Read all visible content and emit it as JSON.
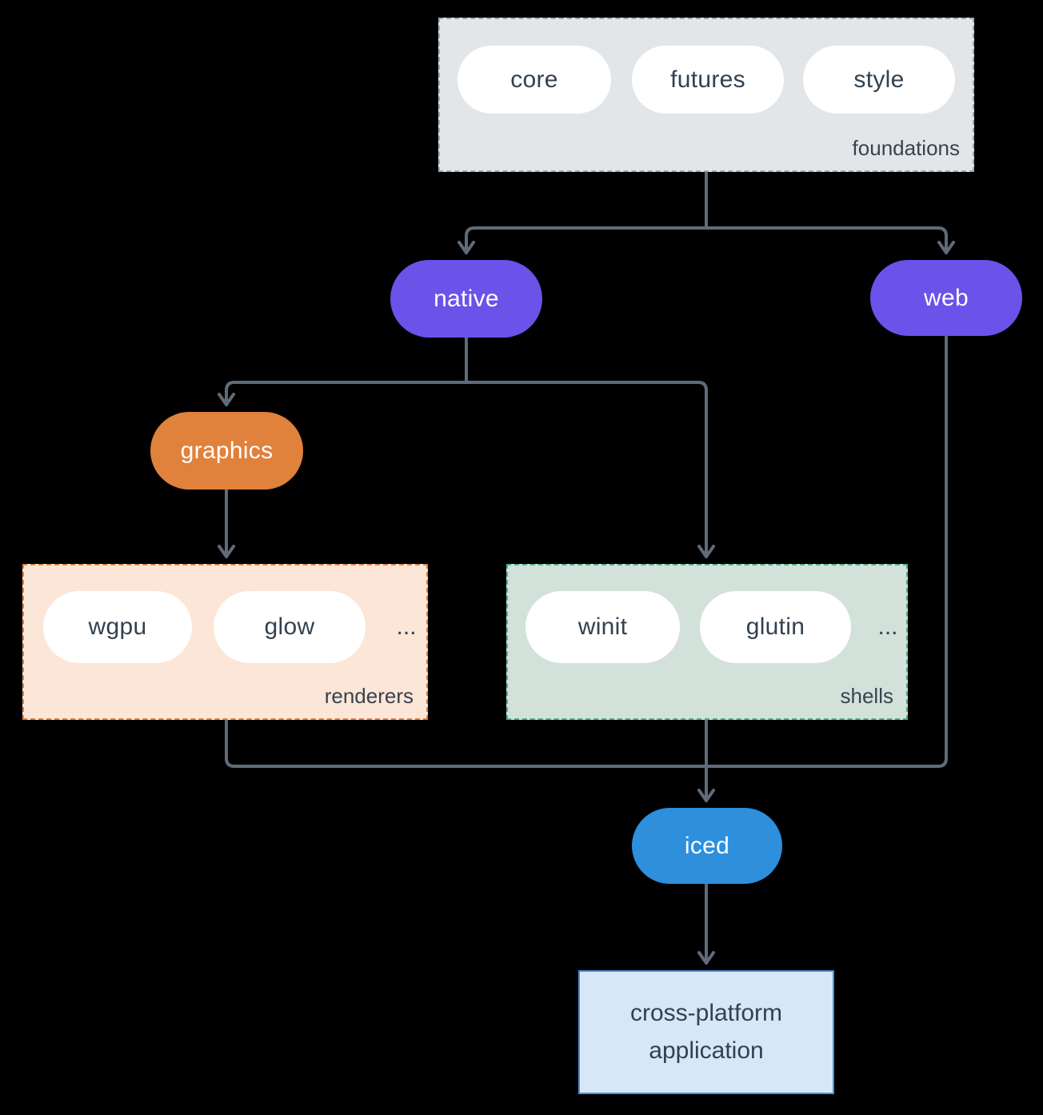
{
  "groups": {
    "foundations": {
      "label": "foundations",
      "items": [
        "core",
        "futures",
        "style"
      ]
    },
    "renderers": {
      "label": "renderers",
      "items": [
        "wgpu",
        "glow"
      ],
      "more": "..."
    },
    "shells": {
      "label": "shells",
      "items": [
        "winit",
        "glutin"
      ],
      "more": "..."
    }
  },
  "nodes": {
    "native": "native",
    "web": "web",
    "graphics": "graphics",
    "iced": "iced",
    "application": "cross-platform application"
  },
  "colors": {
    "background": "#000000",
    "arrow": "#5f6b78",
    "native_web_fill": "#6b52e8",
    "graphics_fill": "#e0813c",
    "iced_fill": "#2e8fdc",
    "foundations_fill": "#e2e6e8",
    "foundations_border": "#9ba6ae",
    "renderers_fill": "#fbe6d7",
    "renderers_border": "#e0813c",
    "shells_fill": "#d3e1db",
    "shells_border": "#4fae86",
    "application_fill": "#d6e8f8",
    "application_border": "#4a90d2",
    "dark_text": "#33414f"
  }
}
